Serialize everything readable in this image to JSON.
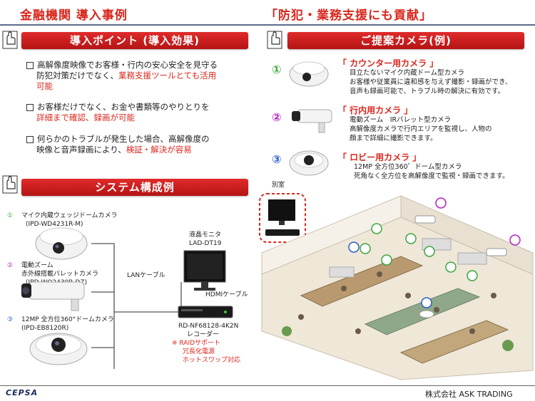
{
  "header": {
    "left_title": "金融機関 導入事例",
    "right_title": "「防犯・業務支援にも貢献」"
  },
  "section_points": {
    "bar_label": "導入ポイント (導入効果)",
    "items": [
      {
        "line1_a": "高解像度映像でお客様・行内の安心安全を見守る",
        "line2_a": "防犯対策だけでなく、",
        "line2_red": "業務支援ツールとても活用",
        "line3_red": "可能"
      },
      {
        "line1_a": "お客様だけでなく、お金や書類等のやりとりを",
        "line2_red": "詳細まで確認、録画が可能"
      },
      {
        "line1_a": "何らかのトラブルが発生した場合、高解像度の",
        "line2_a": "映像と音声録画により、",
        "line2_red": "検証・解決が容易"
      }
    ]
  },
  "section_system": {
    "bar_label": "システム構成例",
    "cameras": [
      {
        "num": "①",
        "name": "マイク内蔵ウェッジドームカメラ",
        "model": "(IPD-WD4231R-M)"
      },
      {
        "num": "②",
        "name1": "電動ズーム",
        "name2": "赤外線搭載バレットカメラ",
        "model": "(IPD-WO2430R-DZ)"
      },
      {
        "num": "③",
        "name": "12MP 全方位360°ドームカメラ",
        "model": "(IPD-EB8120R)"
      }
    ],
    "lan_label": "LANケーブル",
    "hdmi_label": "HDMIケーブル",
    "monitor_label1": "液晶モニタ",
    "monitor_label2": "LAD-DT19",
    "recorder_model": "RD-NF68128-4K2N",
    "recorder_label": "レコーダー",
    "recorder_notes": [
      "※ RAIDサポート",
      "冗長化電源",
      "ホットスワップ対応"
    ]
  },
  "section_cameras": {
    "bar_label": "ご提案カメラ(例)",
    "items": [
      {
        "num": "①",
        "title": "「 カウンター用カメラ 」",
        "desc": [
          "目立たないマイク内蔵ドーム型カメラ",
          "お客様や従業員に違和感を与えず撮影・録画ができ、",
          "音声も録画可能で、トラブル時の解決に有効です。"
        ]
      },
      {
        "num": "②",
        "title": "「 行内用カメラ 」",
        "desc": [
          "電動ズーム　IRバレット型カメラ",
          "高解像度カメラで行内エリアを監視し、人物の",
          "顔まで詳細に撮影できます。"
        ]
      },
      {
        "num": "③",
        "title": "「 ロビー用カメラ 」",
        "desc": [
          "12MP 全方位360゜ドーム型カメラ",
          "死角なく全方位を高解像度で監視・録画できます。"
        ]
      }
    ],
    "betsushitsu": "別室"
  },
  "footer": {
    "logo": "CEPSA",
    "company": "株式会社 ASK TRADING"
  },
  "colors": {
    "accent_red": "#d9261c",
    "green": "#3ea63e",
    "magenta": "#b620c4",
    "blue": "#2a5fc8"
  }
}
